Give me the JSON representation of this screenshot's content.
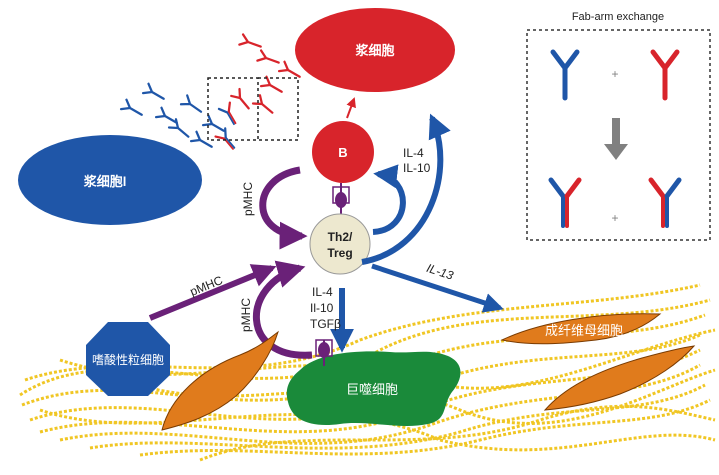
{
  "colors": {
    "plasma_red": "#d8242b",
    "plasma_blue": "#1f56a8",
    "th2_fill": "#ede8cf",
    "purple": "#6a2178",
    "arrow_blue": "#1f56a8",
    "macrophage": "#1a8a3a",
    "fibroblast": "#e07b1c",
    "eosinophil": "#1f56a8",
    "fibers": "#f0c419",
    "gray_arrow": "#808080",
    "ab_red": "#d8242b",
    "ab_blue": "#1f56a8"
  },
  "cells": {
    "plasma_top": "浆细胞",
    "plasma_left": "浆细胞l",
    "b_cell": "B",
    "th2_line1": "Th2/",
    "th2_line2": "Treg",
    "eosinophil": "嗜酸性粒细胞",
    "macrophage": "巨噬细胞",
    "fibroblast": "成纤维母细胞"
  },
  "labels": {
    "pmhc_upper": "pMHC",
    "pmhc_left": "pMHC",
    "pmhc_lower": "pMHC",
    "il4_b": "IL-4",
    "il10_b": "IL-10",
    "il4_m": "IL-4",
    "il10_m": "Il-10",
    "tgfb_m": "TGFβ",
    "il13": "IL-13"
  },
  "inset": {
    "title": "Fab-arm exchange",
    "plus_top": "+",
    "plus_bottom": "+"
  }
}
